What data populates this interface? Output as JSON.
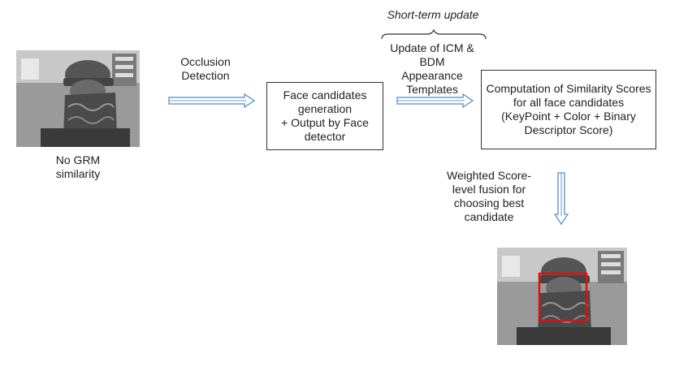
{
  "labels": {
    "occlusion": [
      "Occlusion",
      "Detection"
    ],
    "short_term": "Short-term update",
    "update": [
      "Update of ICM &",
      "BDM",
      "Appearance",
      "Templates"
    ],
    "no_grm": [
      "No GRM",
      "similarity"
    ],
    "weighted": [
      "Weighted Score-",
      "level fusion for",
      "choosing best",
      "candidate"
    ]
  },
  "boxes": {
    "face_candidates": [
      "Face candidates",
      "generation",
      "+ Output by Face",
      "detector"
    ],
    "similarity": [
      "Computation of Similarity Scores",
      "for all face candidates",
      "(KeyPoint + Color + Binary",
      "Descriptor Score)"
    ]
  },
  "colors": {
    "arrow_fill": "#ffffff",
    "arrow_stroke": "#6e9ecf",
    "bbox": "#e01010"
  }
}
